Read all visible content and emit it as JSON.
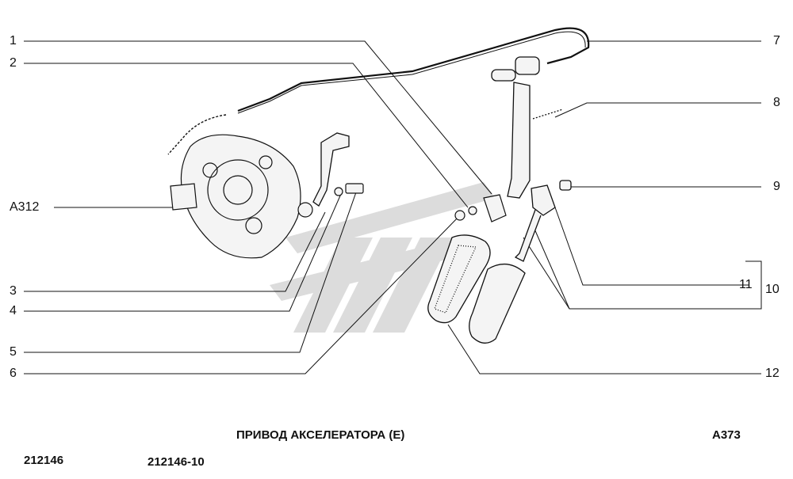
{
  "callouts": {
    "c1": "1",
    "c2": "2",
    "c3": "3",
    "c4": "4",
    "c5": "5",
    "c6": "6",
    "c7": "7",
    "c8": "8",
    "c9": "9",
    "c10": "10",
    "c11": "11",
    "c12": "12",
    "a312": "А312"
  },
  "footer": {
    "title": "ПРИВОД АКСЕЛЕРАТОРА (Е)",
    "code": "А373",
    "model_a": "212146",
    "model_b": "212146-10"
  },
  "colors": {
    "line": "#111111",
    "watermark": "#d9d9d9",
    "part_fill": "#f4f4f4"
  }
}
